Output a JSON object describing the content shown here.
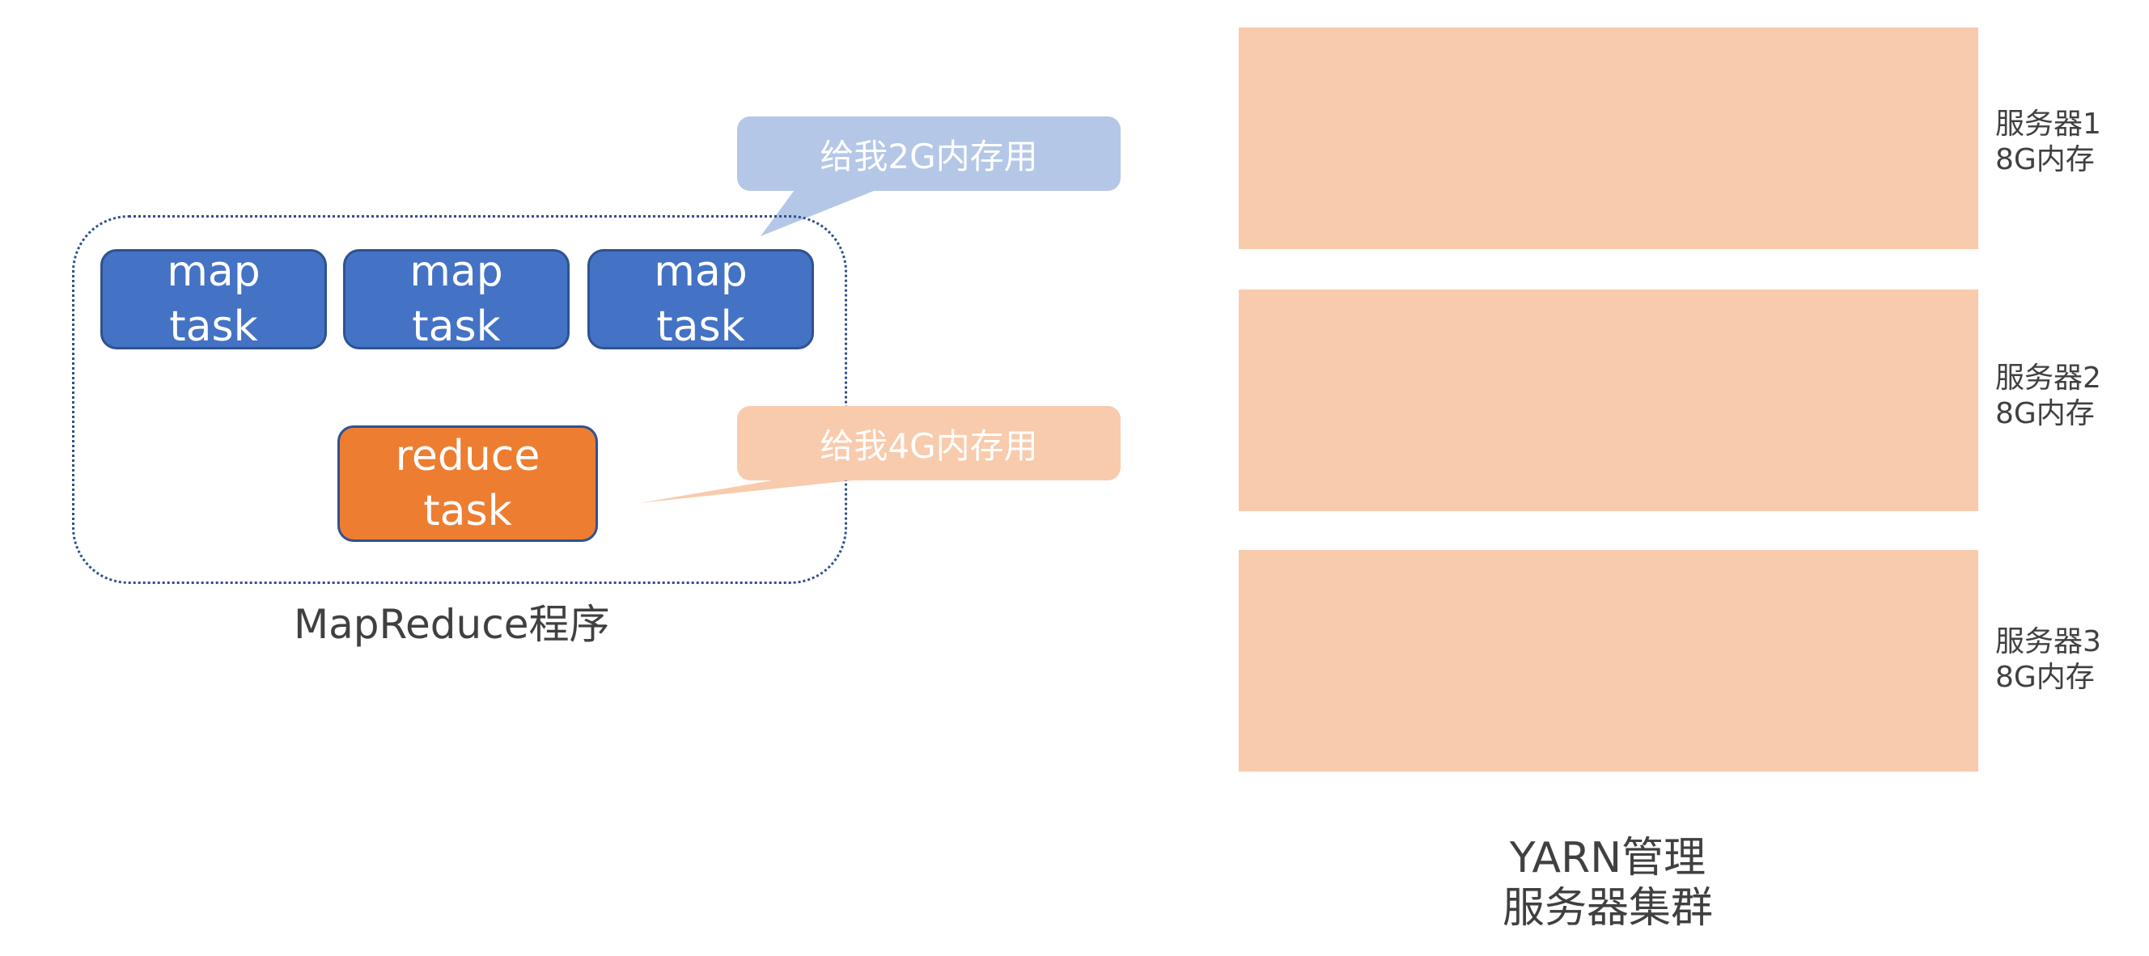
{
  "mapreduce": {
    "map_tasks": [
      {
        "line1": "map",
        "line2": "task"
      },
      {
        "line1": "map",
        "line2": "task"
      },
      {
        "line1": "map",
        "line2": "task"
      }
    ],
    "reduce_task": {
      "line1": "reduce",
      "line2": "task"
    },
    "caption": "MapReduce程序"
  },
  "callouts": {
    "map_request": "给我2G内存用",
    "reduce_request": "给我4G内存用"
  },
  "cluster": {
    "servers": [
      {
        "name": "服务器1",
        "memory": "8G内存"
      },
      {
        "name": "服务器2",
        "memory": "8G内存"
      },
      {
        "name": "服务器3",
        "memory": "8G内存"
      }
    ],
    "caption_line1": "YARN管理",
    "caption_line2": "服务器集群"
  },
  "colors": {
    "map_task": "#4472c4",
    "reduce_task": "#ed7d31",
    "callout_blue": "#b4c7e7",
    "callout_peach": "#f8cbad",
    "server": "#f8cbad"
  }
}
